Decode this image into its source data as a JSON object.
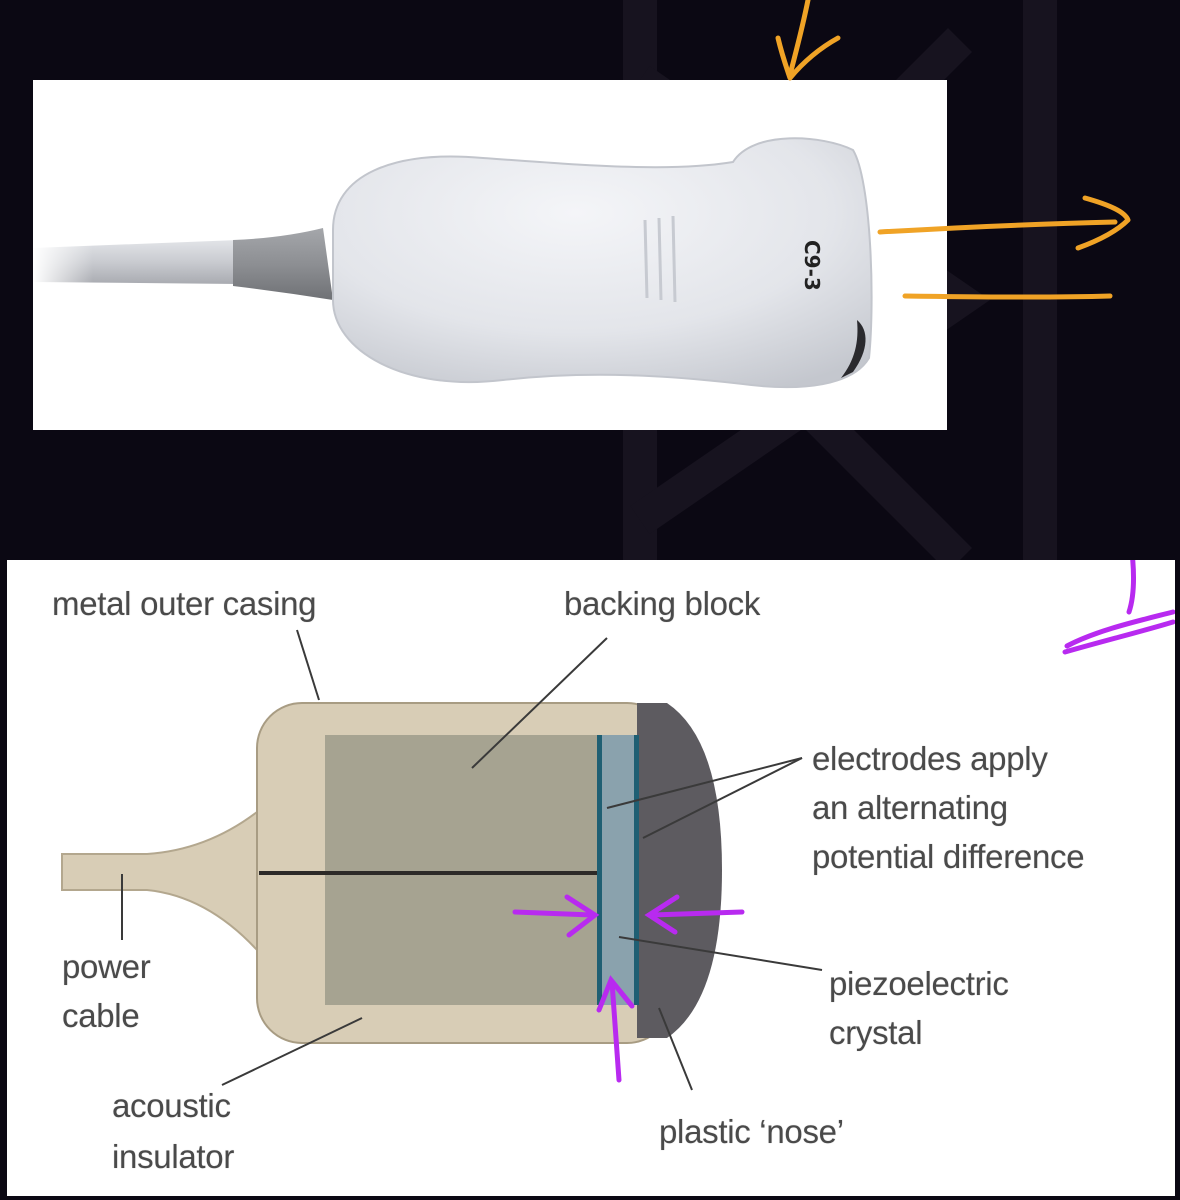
{
  "probe_photo": {
    "model_text": "C9-3"
  },
  "diagram": {
    "labels": {
      "metal_outer_casing": "metal outer casing",
      "backing_block": "backing block",
      "electrodes_line1": "electrodes apply",
      "electrodes_line2": "an alternating",
      "electrodes_line3": "potential difference",
      "power_cable_line1": "power",
      "power_cable_line2": "cable",
      "piezo_line1": "piezoelectric",
      "piezo_line2": "crystal",
      "acoustic_line1": "acoustic",
      "acoustic_line2": "insulator",
      "plastic_nose": "plastic ‘nose’"
    }
  },
  "colors": {
    "background": "#0b0813",
    "annotation_orange": "#f0a326",
    "annotation_purple": "#b82af0",
    "casing": "#d8cdb6",
    "backing_block": "#a6a391",
    "crystal": "#8aa2ad",
    "electrode": "#1f5f73",
    "nose": "#5d5b60",
    "label_text": "#4a4a4a"
  }
}
